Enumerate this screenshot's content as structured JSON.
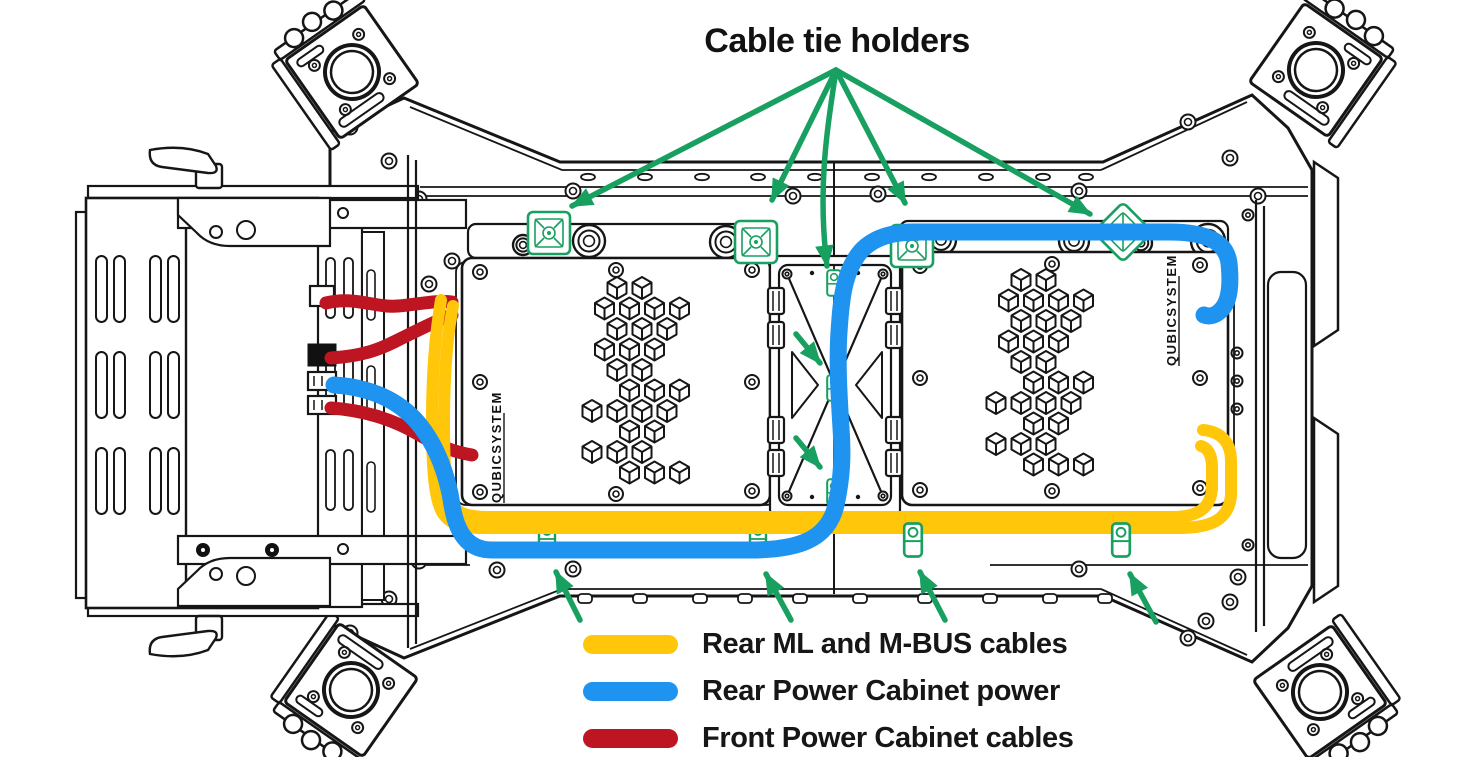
{
  "title": "Cable tie holders",
  "panel_logo": "QUBICSYSTEM",
  "legend": {
    "items": [
      {
        "label": "Rear ML and M-BUS cables",
        "color": "#FFC60A"
      },
      {
        "label": "Rear Power Cabinet power",
        "color": "#1E93F0"
      },
      {
        "label": "Front Power Cabinet cables",
        "color": "#BE1522"
      }
    ]
  },
  "colors": {
    "annotation_green": "#18A060",
    "cable_yellow": "#FFC60A",
    "cable_blue": "#1E93F0",
    "cable_red": "#BE1522",
    "line": "#161616",
    "background": "#FFFFFF"
  }
}
